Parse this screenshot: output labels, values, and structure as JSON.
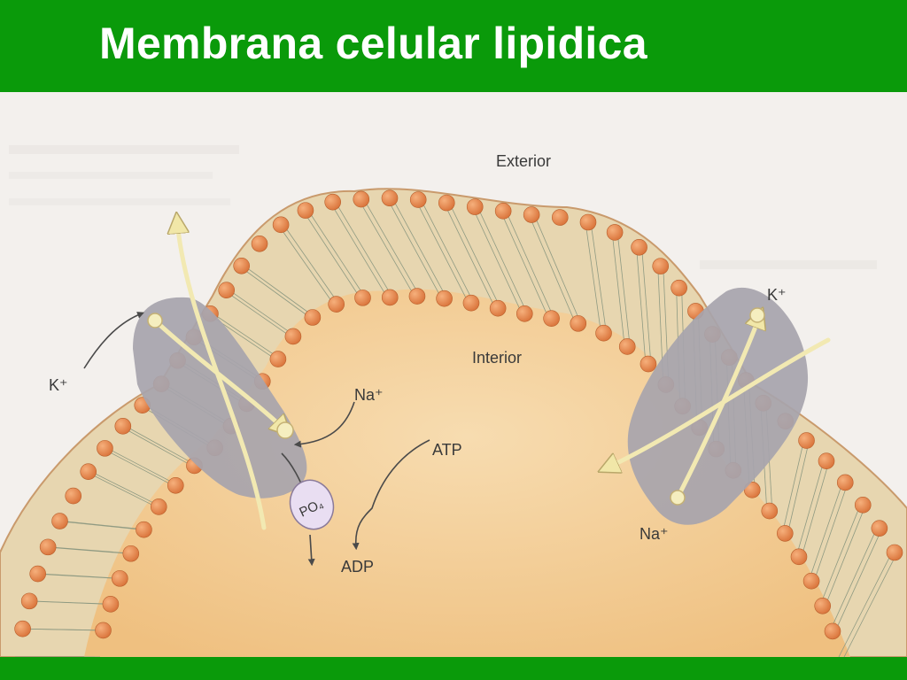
{
  "slide": {
    "title": "Membrana celular lipidica"
  },
  "diagram": {
    "labels": {
      "exterior": "Exterior",
      "interior": "Interior",
      "k_left": "K⁺",
      "k_right": "K⁺",
      "na_top": "Na⁺",
      "na_bottom": "Na⁺",
      "atp": "ATP",
      "adp": "ADP",
      "po4": "PO₄"
    },
    "colors": {
      "header": "#0a9a0a",
      "cytoplasm": "#f2c98f",
      "phospholipid_head": "#e58a4e",
      "membrane_core": "#f4e6c4",
      "protein": "#a6a3ad",
      "arrow": "#f3eab0"
    }
  }
}
